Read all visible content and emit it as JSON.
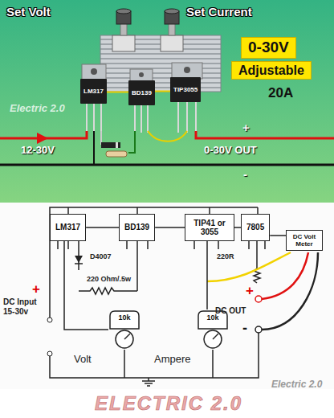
{
  "diagram": {
    "nodes": [
      {
        "text": [
          "LM317"
        ]
      },
      {
        "text": [
          "BD139"
        ]
      },
      {
        "text": [
          "TIP3055"
        ]
      },
      {
        "text": [
          "0-30V"
        ]
      },
      {
        "text": [
          "Adjustable"
        ]
      },
      {
        "text": [
          "LM317"
        ]
      },
      {
        "text": [
          "BD139"
        ]
      },
      {
        "text": [
          "TIP41 or 3055"
        ]
      },
      {
        "text": [
          "7805"
        ]
      },
      {
        "text": [
          "DC Volt Meter"
        ]
      },
      {
        "text": [
          "10k"
        ]
      },
      {
        "text": [
          "10k"
        ]
      }
    ],
    "edges": [
      {
        "from": 0,
        "to": 1,
        "arrow": "none"
      },
      {
        "from": 1,
        "to": 2,
        "arrow": "none"
      },
      {
        "from": 5,
        "to": 6,
        "arrow": "none"
      },
      {
        "from": 6,
        "to": 7,
        "arrow": "none"
      },
      {
        "from": 7,
        "to": 8,
        "arrow": "none"
      },
      {
        "from": 8,
        "to": 9,
        "arrow": "none"
      },
      {
        "from": 10,
        "to": 5,
        "arrow": "none"
      },
      {
        "from": 11,
        "to": 7,
        "arrow": "none"
      }
    ],
    "labels": [
      "Set Volt",
      "Set Current",
      "20A",
      "12-30V",
      "0-30V OUT",
      "+",
      "-",
      "Electric 2.0",
      "D4007",
      "220 Ohm/.5w",
      "220R",
      "+",
      "DC Input 15-30v",
      "Volt",
      "Ampere",
      "+",
      "DC OUT",
      "-",
      "Electric 2.0",
      "ELECTRIC 2.0"
    ]
  }
}
